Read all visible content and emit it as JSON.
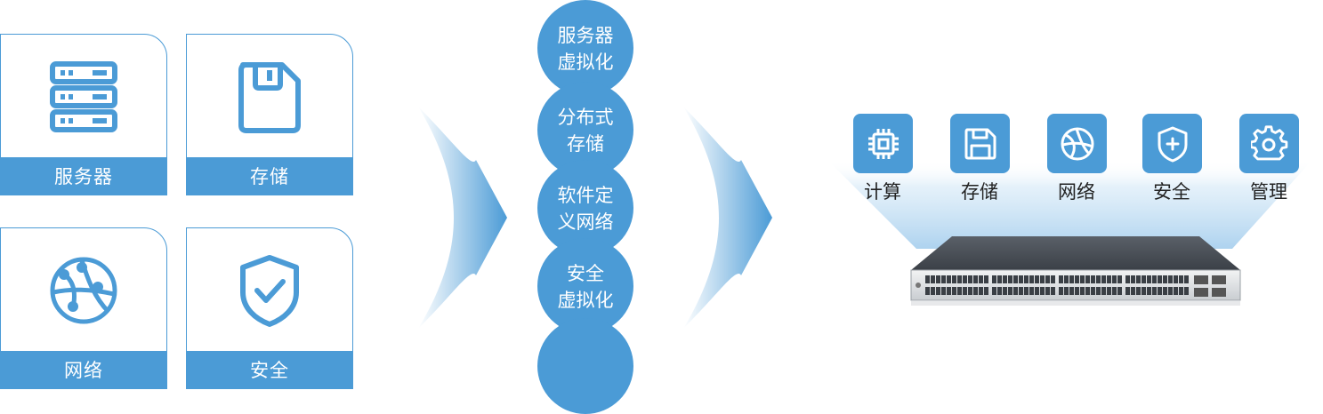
{
  "cards": [
    {
      "label": "服务器",
      "icon": "server-icon"
    },
    {
      "label": "存储",
      "icon": "floppy-disk-icon"
    },
    {
      "label": "网络",
      "icon": "network-globe-icon"
    },
    {
      "label": "安全",
      "icon": "shield-check-icon"
    }
  ],
  "virtualization": [
    {
      "line1": "服务器",
      "line2": "虚拟化"
    },
    {
      "line1": "分布式",
      "line2": "存储"
    },
    {
      "line1": "软件定",
      "line2": "义网络"
    },
    {
      "line1": "安全",
      "line2": "虚拟化"
    },
    {
      "line1": "",
      "line2": ""
    }
  ],
  "functions": [
    {
      "label": "计算",
      "icon": "cpu-chip-icon"
    },
    {
      "label": "存储",
      "icon": "floppy-disk-icon"
    },
    {
      "label": "网络",
      "icon": "globe-icon"
    },
    {
      "label": "安全",
      "icon": "shield-plus-icon"
    },
    {
      "label": "管理",
      "icon": "gear-icon"
    }
  ],
  "device": {
    "icon": "network-switch-icon"
  },
  "colors": {
    "accent": "#4b9bd6",
    "text": "#222222"
  }
}
